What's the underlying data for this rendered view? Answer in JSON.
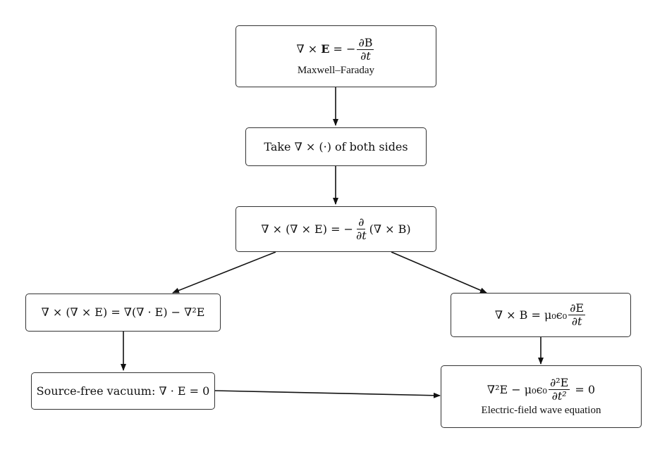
{
  "nodes": {
    "faraday": {
      "lhs": "∇ × ",
      "E": "E",
      "eq": " = −",
      "num": "∂B",
      "den": "∂t",
      "caption": "Maxwell–Faraday"
    },
    "take_curl": {
      "pre": "Take ",
      "op": "∇ × (·)",
      "post": " of both sides"
    },
    "curl_curl": {
      "lhs": "∇ × (∇ × E) = −",
      "num": "∂",
      "den": "∂t",
      "rhs": "(∇ × B)"
    },
    "identity": {
      "text": "∇ × (∇ × E) = ∇(∇ · E) − ∇²E"
    },
    "ampere": {
      "lhs": "∇ × B = μ₀ϵ₀",
      "num": "∂E",
      "den": "∂t"
    },
    "source_free": {
      "text": "Source-free vacuum: ∇ · E = 0"
    },
    "wave": {
      "lhs": "∇²E − μ₀ϵ₀",
      "num": "∂²E",
      "den": "∂t²",
      "rhs": " = 0",
      "caption": "Electric-field wave equation"
    }
  },
  "edges": [
    {
      "from": "faraday",
      "to": "take_curl"
    },
    {
      "from": "take_curl",
      "to": "curl_curl"
    },
    {
      "from": "curl_curl",
      "to": "identity"
    },
    {
      "from": "curl_curl",
      "to": "ampere"
    },
    {
      "from": "identity",
      "to": "source_free"
    },
    {
      "from": "ampere",
      "to": "wave"
    },
    {
      "from": "source_free",
      "to": "wave"
    }
  ]
}
